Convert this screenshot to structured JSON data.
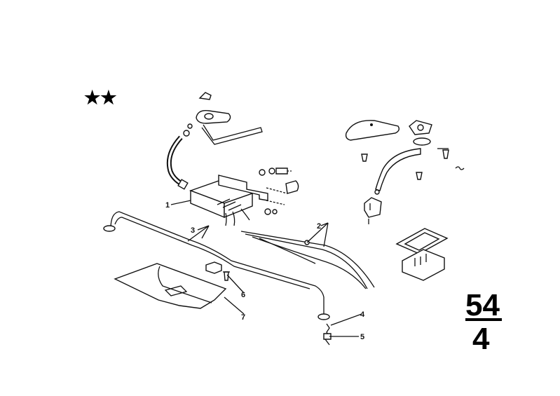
{
  "group": {
    "main": "54",
    "sub": "4"
  },
  "marker": "★★",
  "callouts": [
    {
      "id": "c1",
      "text": "1"
    },
    {
      "id": "c2",
      "text": "2"
    },
    {
      "id": "c3",
      "text": "3"
    },
    {
      "id": "c4",
      "text": "4"
    },
    {
      "id": "c5",
      "text": "5"
    },
    {
      "id": "c6",
      "text": "6"
    },
    {
      "id": "c7",
      "text": "7"
    }
  ]
}
